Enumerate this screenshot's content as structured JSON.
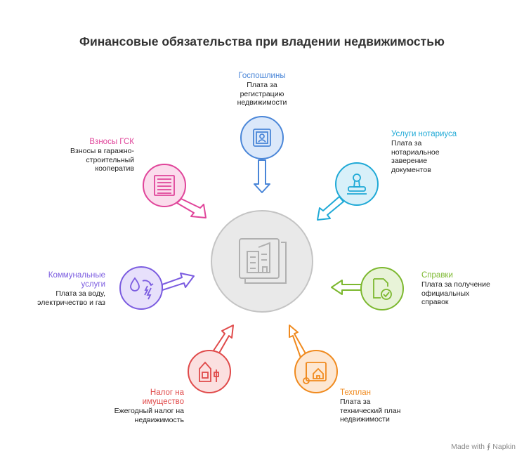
{
  "title": "Финансовые обязательства при владении недвижимостью",
  "colors": {
    "gosposhliny": "#4a86d8",
    "notarius": "#1fa9d6",
    "spravki": "#7cb82f",
    "tehplan": "#f08a1e",
    "nalog": "#e04a4a",
    "kommunalnye": "#7b5ce0",
    "gsk": "#e0459a",
    "center": "#b5b5b5"
  },
  "items": {
    "gosposhliny": {
      "heading": "Госпошлины",
      "desc": [
        "Плата за",
        "регистрацию",
        "недвижимости"
      ],
      "icon": "stamp-icon"
    },
    "notarius": {
      "heading": "Услуги нотариуса",
      "desc": [
        "Плата за",
        "нотариальное",
        "заверение",
        "документов"
      ],
      "icon": "notary-seal-icon"
    },
    "spravki": {
      "heading": "Справки",
      "desc": [
        "Плата за получение",
        "официальных",
        "справок"
      ],
      "icon": "certificate-check-icon"
    },
    "tehplan": {
      "heading": "Техплан",
      "desc": [
        "Плата за",
        "технический план",
        "недвижимости"
      ],
      "icon": "blueprint-house-icon"
    },
    "nalog": {
      "heading": [
        "Налог на",
        "имущество"
      ],
      "desc": [
        "Ежегодный налог на",
        "недвижимость"
      ],
      "icon": "house-tax-icon"
    },
    "kommunalnye": {
      "heading": [
        "Коммунальные",
        "услуги"
      ],
      "desc": [
        "Плата за воду,",
        "электричество и газ"
      ],
      "icon": "utilities-icon"
    },
    "gsk": {
      "heading": "Взносы ГСК",
      "desc": [
        "Взносы в гаражно-",
        "строительный",
        "кооператив"
      ],
      "icon": "garage-icon"
    }
  },
  "center_icon": "property-documents-icon",
  "footer": "Made with ⨘ Napkin"
}
